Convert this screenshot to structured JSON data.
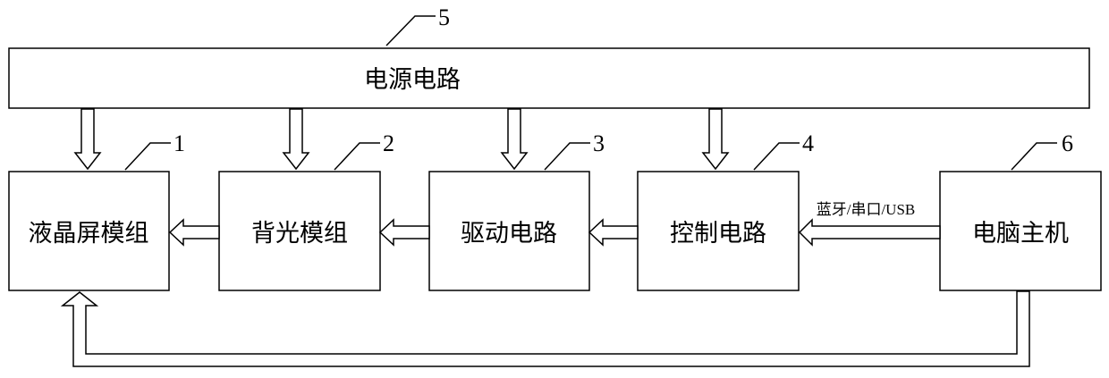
{
  "blocks": {
    "power": {
      "label": "电源电路",
      "ref": "5"
    },
    "lcd": {
      "label": "液晶屏模组",
      "ref": "1"
    },
    "backlight": {
      "label": "背光模组",
      "ref": "2"
    },
    "driver": {
      "label": "驱动电路",
      "ref": "3"
    },
    "control": {
      "label": "控制电路",
      "ref": "4"
    },
    "computer": {
      "label": "电脑主机",
      "ref": "6"
    }
  },
  "links": {
    "computer_to_control": "蓝牙/串口/USB"
  }
}
